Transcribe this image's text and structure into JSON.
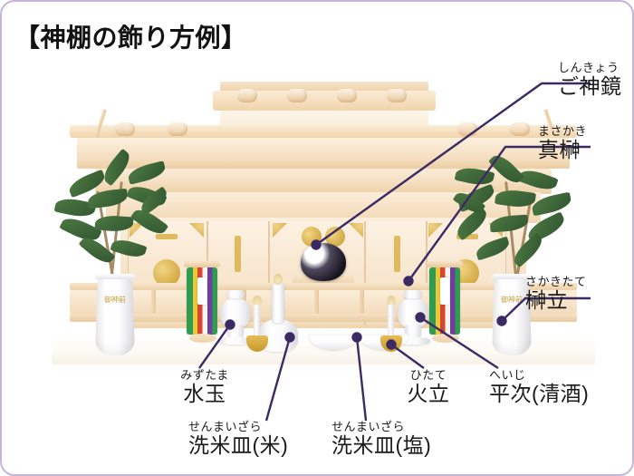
{
  "page": {
    "title": "【神棚の飾り方例】",
    "border_color": "#c6b4dd",
    "leader_color": "#3b2a63",
    "background_color": "#ffffff"
  },
  "annotations": [
    {
      "id": "goshinkyo",
      "ruby": "しんきょう",
      "label": "ご神鏡"
    },
    {
      "id": "masakaki",
      "ruby": "まさかき",
      "label": "真榊"
    },
    {
      "id": "sakakitate",
      "ruby": "さかきたて",
      "label": "榊立"
    },
    {
      "id": "mizutama",
      "ruby": "みずたま",
      "label": "水玉"
    },
    {
      "id": "hitate",
      "ruby": "ひたて",
      "label": "火立"
    },
    {
      "id": "heiji",
      "ruby": "へいじ",
      "label": "平次(清酒)"
    },
    {
      "id": "senmai-kome",
      "ruby": "せんまいざら",
      "label": "洗米皿(米)"
    },
    {
      "id": "senmai-shio",
      "ruby": "せんまいざら",
      "label": "洗米皿(塩)"
    }
  ],
  "scene": {
    "subject": "kamidana-shrine-photo",
    "vase_mark": "御神前",
    "wood_color": "#f6e2c6",
    "gold_color": "#d9b24a",
    "leaf_color": "#3f6a3a",
    "mirror_color": "#17131f",
    "masakaki_colors": [
      "#2f9c52",
      "#e9c83a",
      "#d8452f",
      "#f6f4ef",
      "#6f3fa0"
    ]
  }
}
